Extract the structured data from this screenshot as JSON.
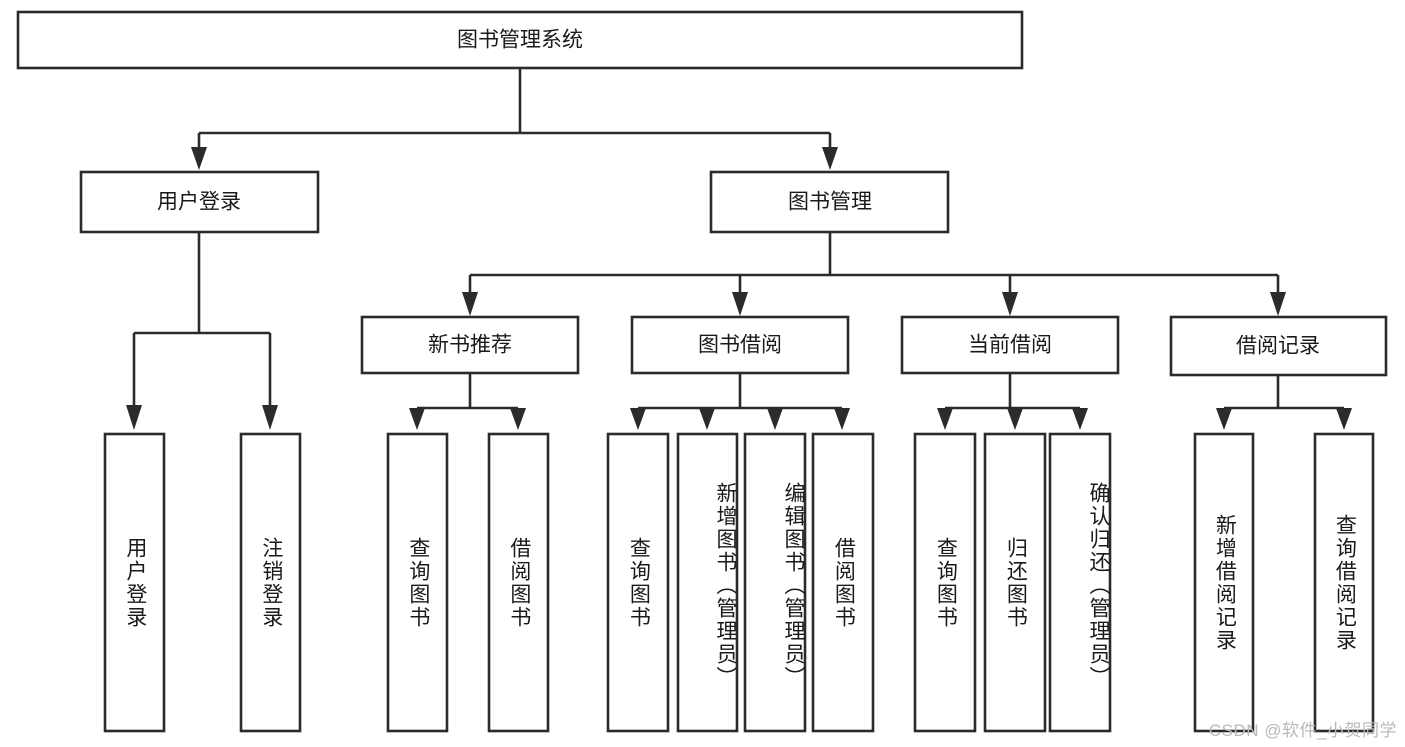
{
  "diagram": {
    "type": "tree",
    "title": "图书管理系统",
    "root": {
      "id": "root",
      "label": "图书管理系统",
      "orientation": "horizontal"
    },
    "level2": [
      {
        "id": "user-login",
        "label": "用户登录",
        "orientation": "horizontal"
      },
      {
        "id": "book-manage",
        "label": "图书管理",
        "orientation": "horizontal"
      }
    ],
    "level3": [
      {
        "id": "new-book-recommend",
        "label": "新书推荐",
        "orientation": "horizontal",
        "parent": "book-manage"
      },
      {
        "id": "book-borrow",
        "label": "图书借阅",
        "orientation": "horizontal",
        "parent": "book-manage"
      },
      {
        "id": "current-borrow",
        "label": "当前借阅",
        "orientation": "horizontal",
        "parent": "book-manage"
      },
      {
        "id": "borrow-record",
        "label": "借阅记录",
        "orientation": "horizontal",
        "parent": "book-manage"
      }
    ],
    "leaves": [
      {
        "id": "leaf-user-login",
        "label": "用户登录",
        "orientation": "vertical",
        "parent": "user-login"
      },
      {
        "id": "leaf-logout-login",
        "label": "注销登录",
        "orientation": "vertical",
        "parent": "user-login"
      },
      {
        "id": "leaf-query-book-1",
        "label": "查询图书",
        "orientation": "vertical",
        "parent": "new-book-recommend"
      },
      {
        "id": "leaf-borrow-book-1",
        "label": "借阅图书",
        "orientation": "vertical",
        "parent": "new-book-recommend"
      },
      {
        "id": "leaf-query-book-2",
        "label": "查询图书",
        "orientation": "vertical",
        "parent": "book-borrow"
      },
      {
        "id": "leaf-add-book",
        "label": "新增图书（管理员）",
        "orientation": "vertical",
        "parent": "book-borrow"
      },
      {
        "id": "leaf-edit-book",
        "label": "编辑图书（管理员）",
        "orientation": "vertical",
        "parent": "book-borrow"
      },
      {
        "id": "leaf-borrow-book-2",
        "label": "借阅图书",
        "orientation": "vertical",
        "parent": "book-borrow"
      },
      {
        "id": "leaf-query-book-3",
        "label": "查询图书",
        "orientation": "vertical",
        "parent": "current-borrow"
      },
      {
        "id": "leaf-return-book",
        "label": "归还图书",
        "orientation": "vertical",
        "parent": "current-borrow"
      },
      {
        "id": "leaf-confirm-return",
        "label": "确认归还（管理员）",
        "orientation": "vertical",
        "parent": "current-borrow"
      },
      {
        "id": "leaf-add-record",
        "label": "新增借阅记录",
        "orientation": "vertical",
        "parent": "borrow-record"
      },
      {
        "id": "leaf-query-record",
        "label": "查询借阅记录",
        "orientation": "vertical",
        "parent": "borrow-record"
      }
    ],
    "colors": {
      "stroke": "#2b2b2b",
      "fill": "#ffffff",
      "text": "#1a1a1a",
      "watermark": "#b9b9b9",
      "background": "#ffffff"
    }
  },
  "watermark": {
    "text": "CSDN @软件_小贺同学"
  }
}
